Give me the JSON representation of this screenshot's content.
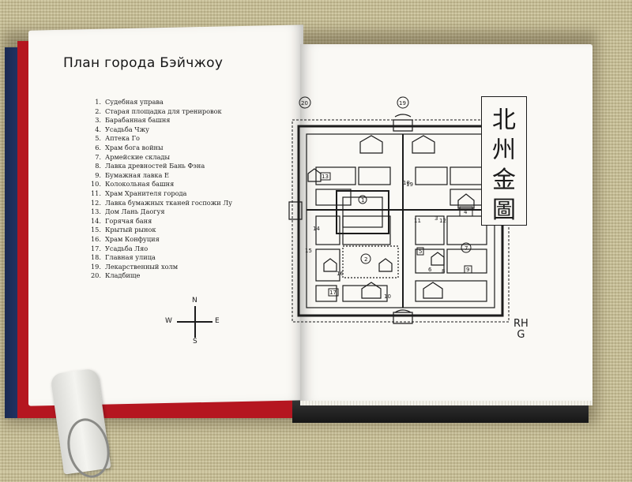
{
  "page": {
    "title": "План города Бэйчжоу"
  },
  "legend": {
    "items": [
      {
        "num": "1.",
        "label": "Судебная управа"
      },
      {
        "num": "2.",
        "label": "Старая площадка для тренировок"
      },
      {
        "num": "3.",
        "label": "Барабанная башня"
      },
      {
        "num": "4.",
        "label": "Усадьба Чжу"
      },
      {
        "num": "5.",
        "label": "Аптека Го"
      },
      {
        "num": "6.",
        "label": "Храм бога войны"
      },
      {
        "num": "7.",
        "label": "Армейские склады"
      },
      {
        "num": "8.",
        "label": "Лавка древностей Бань Фэна"
      },
      {
        "num": "9.",
        "label": "Бумажная лавка Е"
      },
      {
        "num": "10.",
        "label": "Колокольная башня"
      },
      {
        "num": "11.",
        "label": "Храм Хранителя города"
      },
      {
        "num": "12.",
        "label": "Лавка бумажных тканей госпожи Лу"
      },
      {
        "num": "13.",
        "label": "Дом Лань Даогуя"
      },
      {
        "num": "14.",
        "label": "Горячая баня"
      },
      {
        "num": "15.",
        "label": "Крытый рынок"
      },
      {
        "num": "16.",
        "label": "Храм Конфуция"
      },
      {
        "num": "17.",
        "label": "Усадьба Ляо"
      },
      {
        "num": "18.",
        "label": "Главная улица"
      },
      {
        "num": "19.",
        "label": "Лекарственный холм"
      },
      {
        "num": "20.",
        "label": "Кладбище"
      }
    ]
  },
  "compass": {
    "n": "N",
    "s": "S",
    "e": "E",
    "w": "W"
  },
  "map": {
    "outside_markers": [
      "20",
      "19"
    ],
    "markers": [
      "1",
      "2",
      "3",
      "4",
      "5",
      "6",
      "7",
      "8",
      "9",
      "10",
      "11",
      "12",
      "13",
      "14",
      "15",
      "16",
      "17",
      "18",
      "19"
    ]
  },
  "calligraphy": {
    "chars": [
      "北",
      "州",
      "金",
      "圖"
    ]
  },
  "signature": {
    "line1": "RH",
    "line2": "G"
  },
  "colors": {
    "ink": "#1c1c1c",
    "paper": "#faf9f5",
    "cover_red": "#b51620",
    "cover_blue": "#1a2a52"
  }
}
